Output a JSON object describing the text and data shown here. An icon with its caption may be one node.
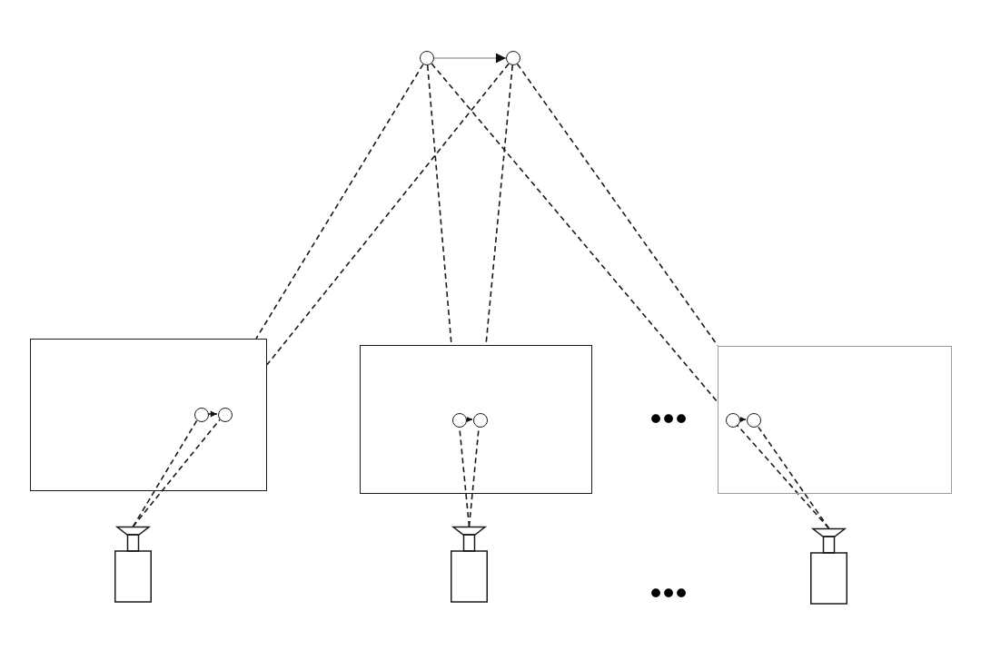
{
  "diagram": {
    "nodes": [
      {
        "text": [],
        "shape": "circle"
      },
      {
        "text": [],
        "shape": "circle"
      },
      {
        "text": [],
        "shape": "box"
      },
      {
        "text": [],
        "shape": "circle",
        "in": 2
      },
      {
        "text": [],
        "shape": "circle",
        "in": 2
      },
      {
        "text": [],
        "shape": "box"
      },
      {
        "text": [],
        "shape": "circle",
        "in": 5
      },
      {
        "text": [],
        "shape": "circle",
        "in": 5
      },
      {
        "text": [],
        "shape": "box"
      },
      {
        "text": [],
        "shape": "circle",
        "in": 8
      },
      {
        "text": [],
        "shape": "circle",
        "in": 8
      },
      {
        "text": [],
        "shape": "camera"
      },
      {
        "text": [],
        "shape": "camera"
      },
      {
        "text": [],
        "shape": "camera"
      }
    ],
    "edges": [
      {
        "from": 0,
        "to": 1,
        "arrow": "to",
        "color": "#a0a0a0"
      },
      {
        "from": 0,
        "to": 2,
        "arrow": "none",
        "style": "dashed"
      },
      {
        "from": 0,
        "to": 5,
        "arrow": "none",
        "style": "dashed"
      },
      {
        "from": 0,
        "to": 8,
        "arrow": "none",
        "style": "dashed"
      },
      {
        "from": 1,
        "to": 2,
        "arrow": "none",
        "style": "dashed"
      },
      {
        "from": 1,
        "to": 5,
        "arrow": "none",
        "style": "dashed"
      },
      {
        "from": 1,
        "to": 8,
        "arrow": "none",
        "style": "dashed"
      },
      {
        "from": 3,
        "to": 4,
        "arrow": "to"
      },
      {
        "from": 6,
        "to": 7,
        "arrow": "to"
      },
      {
        "from": 9,
        "to": 10,
        "arrow": "to"
      },
      {
        "from": 11,
        "to": 3,
        "arrow": "none",
        "style": "dashed"
      },
      {
        "from": 11,
        "to": 4,
        "arrow": "none",
        "style": "dashed"
      },
      {
        "from": 12,
        "to": 6,
        "arrow": "none",
        "style": "dashed"
      },
      {
        "from": 12,
        "to": 7,
        "arrow": "none",
        "style": "dashed"
      },
      {
        "from": 13,
        "to": 9,
        "arrow": "none",
        "style": "dashed"
      },
      {
        "from": 13,
        "to": 10,
        "arrow": "none",
        "style": "dashed"
      }
    ],
    "labels": [
      "•••",
      "•••"
    ]
  }
}
